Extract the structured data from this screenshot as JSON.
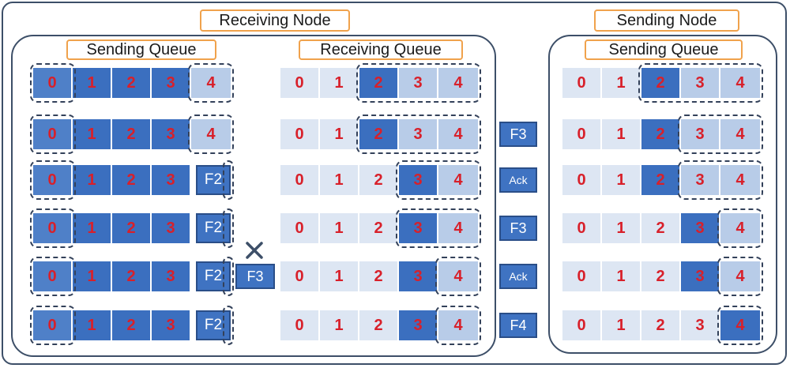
{
  "labels": {
    "receiving_node": "Receiving Node",
    "sending_node": "Sending Node",
    "left_queue": "Sending Queue",
    "middle_queue": "Receiving Queue",
    "right_queue": "Sending Queue"
  },
  "rows": [
    {
      "left": [
        "0",
        "1",
        "2",
        "3",
        "4"
      ],
      "middle": [
        "0",
        "1",
        "2",
        "3",
        "4"
      ],
      "message": "",
      "right": [
        "0",
        "1",
        "2",
        "3",
        "4"
      ]
    },
    {
      "left": [
        "0",
        "1",
        "2",
        "3",
        "4"
      ],
      "middle": [
        "0",
        "1",
        "2",
        "3",
        "4"
      ],
      "message": "F3",
      "right": [
        "0",
        "1",
        "2",
        "3",
        "4"
      ]
    },
    {
      "left": [
        "0",
        "1",
        "2",
        "3",
        "F2"
      ],
      "middle": [
        "0",
        "1",
        "2",
        "3",
        "4"
      ],
      "message": "Ack",
      "right": [
        "0",
        "1",
        "2",
        "3",
        "4"
      ]
    },
    {
      "left": [
        "0",
        "1",
        "2",
        "3",
        "F2"
      ],
      "middle": [
        "0",
        "1",
        "2",
        "3",
        "4"
      ],
      "message": "F3",
      "right": [
        "0",
        "1",
        "2",
        "3",
        "4"
      ]
    },
    {
      "left": [
        "0",
        "1",
        "2",
        "3",
        "F2"
      ],
      "lost_frame": "F3",
      "middle": [
        "0",
        "1",
        "2",
        "3",
        "4"
      ],
      "message": "Ack",
      "right": [
        "0",
        "1",
        "2",
        "3",
        "4"
      ]
    },
    {
      "left": [
        "0",
        "1",
        "2",
        "3",
        "F2"
      ],
      "middle": [
        "0",
        "1",
        "2",
        "3",
        "4"
      ],
      "message": "F4",
      "right": [
        "0",
        "1",
        "2",
        "3",
        "4"
      ]
    }
  ],
  "colors": {
    "frame": "#3d4f68",
    "label_border": "#f0a24c",
    "digit": "#d8202a",
    "blue_dark": "#3b6fbf",
    "blue_light": "#b8cce8",
    "blue_pale": "#dde6f3"
  }
}
